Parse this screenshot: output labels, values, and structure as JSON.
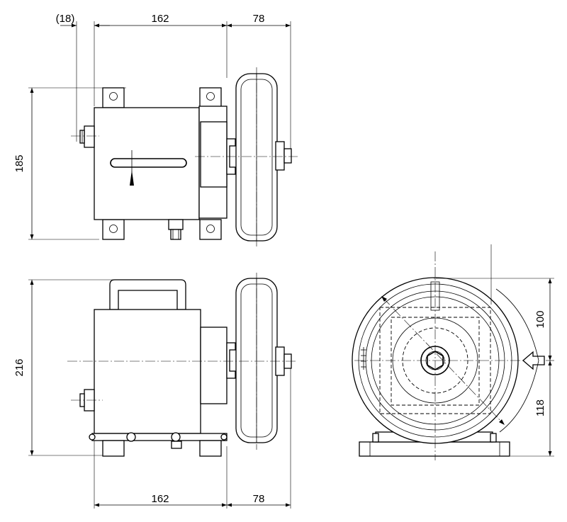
{
  "top_view": {
    "dim_offset": "(18)",
    "dim_body_width": "162",
    "dim_wheel_width": "78",
    "dim_height": "185"
  },
  "side_view": {
    "dim_height": "216",
    "dim_body_width": "162",
    "dim_wheel_width": "78"
  },
  "front_view": {
    "dim_upper": "100",
    "dim_lower": "118"
  }
}
